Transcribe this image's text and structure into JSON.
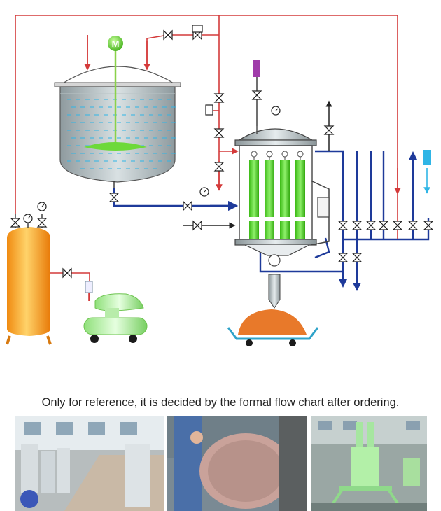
{
  "motor_label": "M",
  "caption": "Only for reference, it is decided by the formal flow chart after ordering.",
  "photos": [
    {
      "icon": "factory-workshop-photo"
    },
    {
      "icon": "filter-cake-photo"
    },
    {
      "icon": "installed-filter-photo"
    }
  ],
  "colors": {
    "red_line": "#d43a3a",
    "blue_line": "#1e3a9a",
    "green_line": "#8ad14a",
    "filter_green": "#3fc21f",
    "tank_orange": "#f5a623",
    "cake_orange": "#e8792a"
  }
}
